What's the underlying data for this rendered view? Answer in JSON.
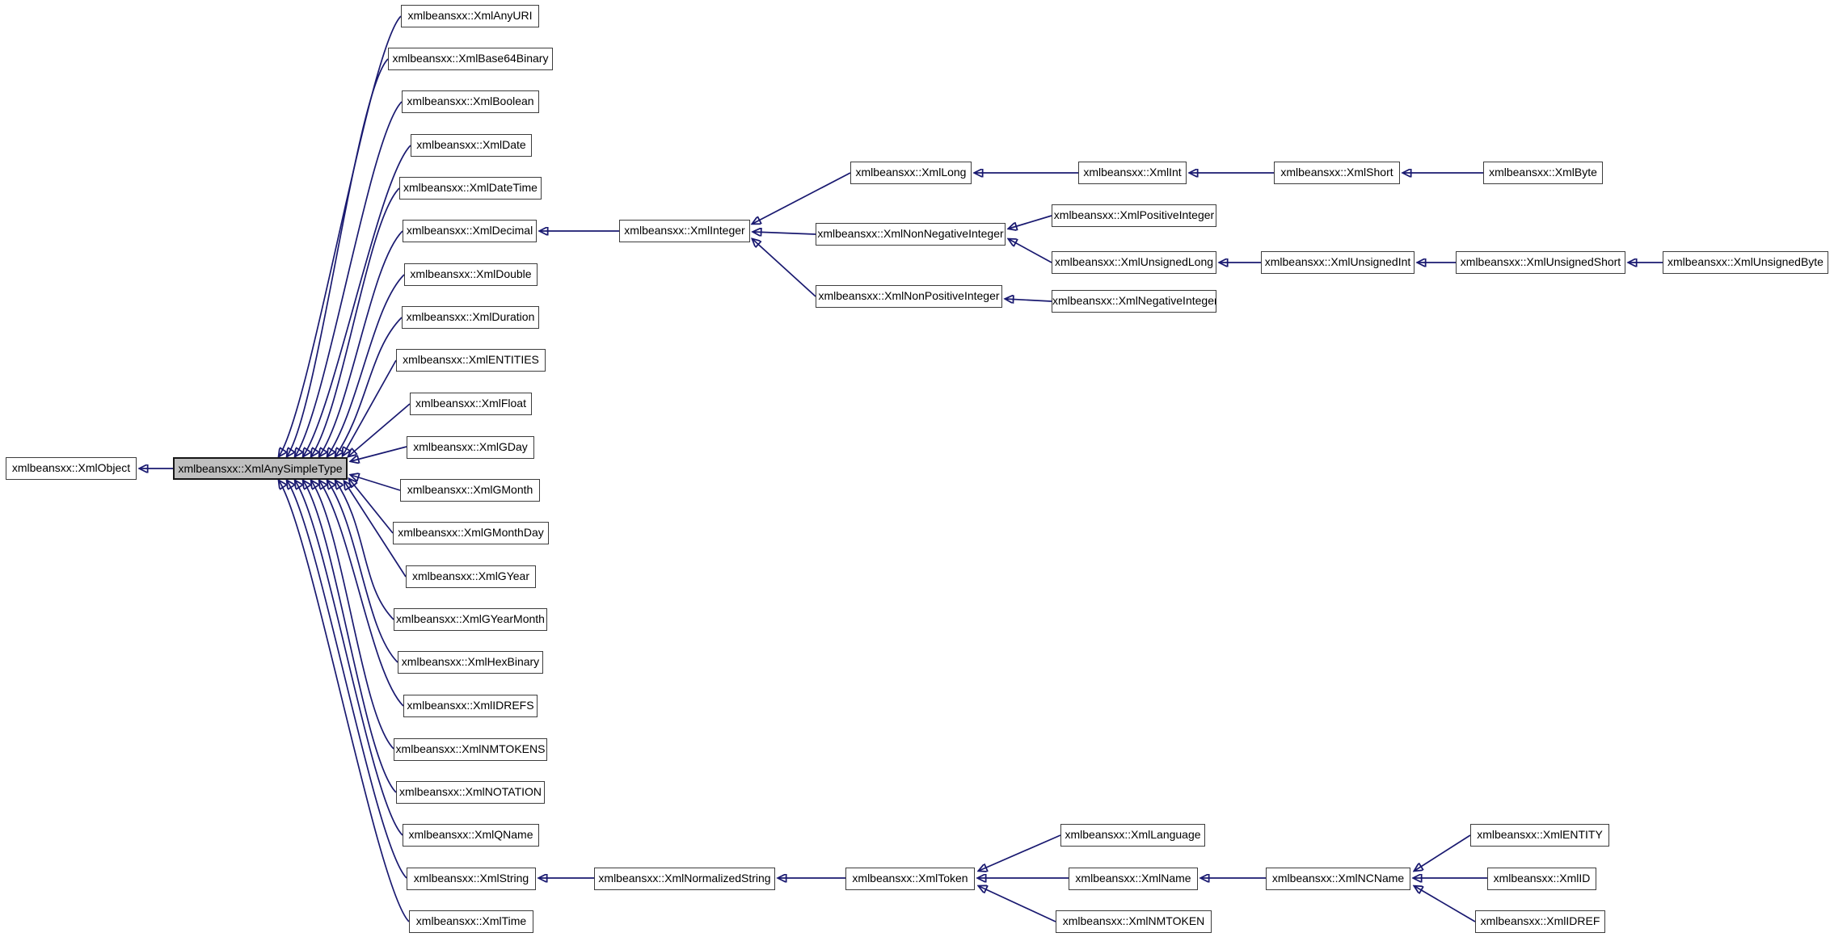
{
  "diagram": {
    "kind": "class-inheritance-graph",
    "colors": {
      "background": "#ffffff",
      "edge": "#191970",
      "node_border": "#3d3d3d",
      "node_fill": "#ffffff",
      "highlight_fill": "#bfbfbf",
      "highlight_border": "#161616",
      "text": "#000000"
    },
    "nodes": [
      {
        "id": "xml-object",
        "label": "xmlbeansxx::XmlObject",
        "highlighted": false
      },
      {
        "id": "xml-any-simple-type",
        "label": "xmlbeansxx::XmlAnySimpleType",
        "highlighted": true
      },
      {
        "id": "xml-any-uri",
        "label": "xmlbeansxx::XmlAnyURI",
        "highlighted": false
      },
      {
        "id": "xml-base64-binary",
        "label": "xmlbeansxx::XmlBase64Binary",
        "highlighted": false
      },
      {
        "id": "xml-boolean",
        "label": "xmlbeansxx::XmlBoolean",
        "highlighted": false
      },
      {
        "id": "xml-date",
        "label": "xmlbeansxx::XmlDate",
        "highlighted": false
      },
      {
        "id": "xml-date-time",
        "label": "xmlbeansxx::XmlDateTime",
        "highlighted": false
      },
      {
        "id": "xml-decimal",
        "label": "xmlbeansxx::XmlDecimal",
        "highlighted": false
      },
      {
        "id": "xml-double",
        "label": "xmlbeansxx::XmlDouble",
        "highlighted": false
      },
      {
        "id": "xml-duration",
        "label": "xmlbeansxx::XmlDuration",
        "highlighted": false
      },
      {
        "id": "xml-entities",
        "label": "xmlbeansxx::XmlENTITIES",
        "highlighted": false
      },
      {
        "id": "xml-float",
        "label": "xmlbeansxx::XmlFloat",
        "highlighted": false
      },
      {
        "id": "xml-gday",
        "label": "xmlbeansxx::XmlGDay",
        "highlighted": false
      },
      {
        "id": "xml-gmonth",
        "label": "xmlbeansxx::XmlGMonth",
        "highlighted": false
      },
      {
        "id": "xml-gmonth-day",
        "label": "xmlbeansxx::XmlGMonthDay",
        "highlighted": false
      },
      {
        "id": "xml-gyear",
        "label": "xmlbeansxx::XmlGYear",
        "highlighted": false
      },
      {
        "id": "xml-gyear-month",
        "label": "xmlbeansxx::XmlGYearMonth",
        "highlighted": false
      },
      {
        "id": "xml-hex-binary",
        "label": "xmlbeansxx::XmlHexBinary",
        "highlighted": false
      },
      {
        "id": "xml-idrefs",
        "label": "xmlbeansxx::XmlIDREFS",
        "highlighted": false
      },
      {
        "id": "xml-nmtokens",
        "label": "xmlbeansxx::XmlNMTOKENS",
        "highlighted": false
      },
      {
        "id": "xml-notation",
        "label": "xmlbeansxx::XmlNOTATION",
        "highlighted": false
      },
      {
        "id": "xml-qname",
        "label": "xmlbeansxx::XmlQName",
        "highlighted": false
      },
      {
        "id": "xml-string",
        "label": "xmlbeansxx::XmlString",
        "highlighted": false
      },
      {
        "id": "xml-time",
        "label": "xmlbeansxx::XmlTime",
        "highlighted": false
      },
      {
        "id": "xml-integer",
        "label": "xmlbeansxx::XmlInteger",
        "highlighted": false
      },
      {
        "id": "xml-long",
        "label": "xmlbeansxx::XmlLong",
        "highlighted": false
      },
      {
        "id": "xml-int",
        "label": "xmlbeansxx::XmlInt",
        "highlighted": false
      },
      {
        "id": "xml-short",
        "label": "xmlbeansxx::XmlShort",
        "highlighted": false
      },
      {
        "id": "xml-byte",
        "label": "xmlbeansxx::XmlByte",
        "highlighted": false
      },
      {
        "id": "xml-non-negative-integer",
        "label": "xmlbeansxx::XmlNonNegativeInteger",
        "highlighted": false
      },
      {
        "id": "xml-positive-integer",
        "label": "xmlbeansxx::XmlPositiveInteger",
        "highlighted": false
      },
      {
        "id": "xml-unsigned-long",
        "label": "xmlbeansxx::XmlUnsignedLong",
        "highlighted": false
      },
      {
        "id": "xml-unsigned-int",
        "label": "xmlbeansxx::XmlUnsignedInt",
        "highlighted": false
      },
      {
        "id": "xml-unsigned-short",
        "label": "xmlbeansxx::XmlUnsignedShort",
        "highlighted": false
      },
      {
        "id": "xml-unsigned-byte",
        "label": "xmlbeansxx::XmlUnsignedByte",
        "highlighted": false
      },
      {
        "id": "xml-non-positive-integer",
        "label": "xmlbeansxx::XmlNonPositiveInteger",
        "highlighted": false
      },
      {
        "id": "xml-negative-integer",
        "label": "xmlbeansxx::XmlNegativeInteger",
        "highlighted": false
      },
      {
        "id": "xml-normalized-string",
        "label": "xmlbeansxx::XmlNormalizedString",
        "highlighted": false
      },
      {
        "id": "xml-token",
        "label": "xmlbeansxx::XmlToken",
        "highlighted": false
      },
      {
        "id": "xml-language",
        "label": "xmlbeansxx::XmlLanguage",
        "highlighted": false
      },
      {
        "id": "xml-name",
        "label": "xmlbeansxx::XmlName",
        "highlighted": false
      },
      {
        "id": "xml-nmtoken",
        "label": "xmlbeansxx::XmlNMTOKEN",
        "highlighted": false
      },
      {
        "id": "xml-ncname",
        "label": "xmlbeansxx::XmlNCName",
        "highlighted": false
      },
      {
        "id": "xml-entity",
        "label": "xmlbeansxx::XmlENTITY",
        "highlighted": false
      },
      {
        "id": "xml-id",
        "label": "xmlbeansxx::XmlID",
        "highlighted": false
      },
      {
        "id": "xml-idref",
        "label": "xmlbeansxx::XmlIDREF",
        "highlighted": false
      }
    ],
    "edges": [
      {
        "derived": "xml-any-simple-type",
        "base": "xml-object"
      },
      {
        "derived": "xml-any-uri",
        "base": "xml-any-simple-type"
      },
      {
        "derived": "xml-base64-binary",
        "base": "xml-any-simple-type"
      },
      {
        "derived": "xml-boolean",
        "base": "xml-any-simple-type"
      },
      {
        "derived": "xml-date",
        "base": "xml-any-simple-type"
      },
      {
        "derived": "xml-date-time",
        "base": "xml-any-simple-type"
      },
      {
        "derived": "xml-decimal",
        "base": "xml-any-simple-type"
      },
      {
        "derived": "xml-double",
        "base": "xml-any-simple-type"
      },
      {
        "derived": "xml-duration",
        "base": "xml-any-simple-type"
      },
      {
        "derived": "xml-entities",
        "base": "xml-any-simple-type"
      },
      {
        "derived": "xml-float",
        "base": "xml-any-simple-type"
      },
      {
        "derived": "xml-gday",
        "base": "xml-any-simple-type"
      },
      {
        "derived": "xml-gmonth",
        "base": "xml-any-simple-type"
      },
      {
        "derived": "xml-gmonth-day",
        "base": "xml-any-simple-type"
      },
      {
        "derived": "xml-gyear",
        "base": "xml-any-simple-type"
      },
      {
        "derived": "xml-gyear-month",
        "base": "xml-any-simple-type"
      },
      {
        "derived": "xml-hex-binary",
        "base": "xml-any-simple-type"
      },
      {
        "derived": "xml-idrefs",
        "base": "xml-any-simple-type"
      },
      {
        "derived": "xml-nmtokens",
        "base": "xml-any-simple-type"
      },
      {
        "derived": "xml-notation",
        "base": "xml-any-simple-type"
      },
      {
        "derived": "xml-qname",
        "base": "xml-any-simple-type"
      },
      {
        "derived": "xml-string",
        "base": "xml-any-simple-type"
      },
      {
        "derived": "xml-time",
        "base": "xml-any-simple-type"
      },
      {
        "derived": "xml-integer",
        "base": "xml-decimal"
      },
      {
        "derived": "xml-long",
        "base": "xml-integer"
      },
      {
        "derived": "xml-non-negative-integer",
        "base": "xml-integer"
      },
      {
        "derived": "xml-non-positive-integer",
        "base": "xml-integer"
      },
      {
        "derived": "xml-int",
        "base": "xml-long"
      },
      {
        "derived": "xml-short",
        "base": "xml-int"
      },
      {
        "derived": "xml-byte",
        "base": "xml-short"
      },
      {
        "derived": "xml-positive-integer",
        "base": "xml-non-negative-integer"
      },
      {
        "derived": "xml-unsigned-long",
        "base": "xml-non-negative-integer"
      },
      {
        "derived": "xml-unsigned-int",
        "base": "xml-unsigned-long"
      },
      {
        "derived": "xml-unsigned-short",
        "base": "xml-unsigned-int"
      },
      {
        "derived": "xml-unsigned-byte",
        "base": "xml-unsigned-short"
      },
      {
        "derived": "xml-negative-integer",
        "base": "xml-non-positive-integer"
      },
      {
        "derived": "xml-normalized-string",
        "base": "xml-string"
      },
      {
        "derived": "xml-token",
        "base": "xml-normalized-string"
      },
      {
        "derived": "xml-language",
        "base": "xml-token"
      },
      {
        "derived": "xml-name",
        "base": "xml-token"
      },
      {
        "derived": "xml-nmtoken",
        "base": "xml-token"
      },
      {
        "derived": "xml-ncname",
        "base": "xml-name"
      },
      {
        "derived": "xml-entity",
        "base": "xml-ncname"
      },
      {
        "derived": "xml-id",
        "base": "xml-ncname"
      },
      {
        "derived": "xml-idref",
        "base": "xml-ncname"
      }
    ]
  }
}
